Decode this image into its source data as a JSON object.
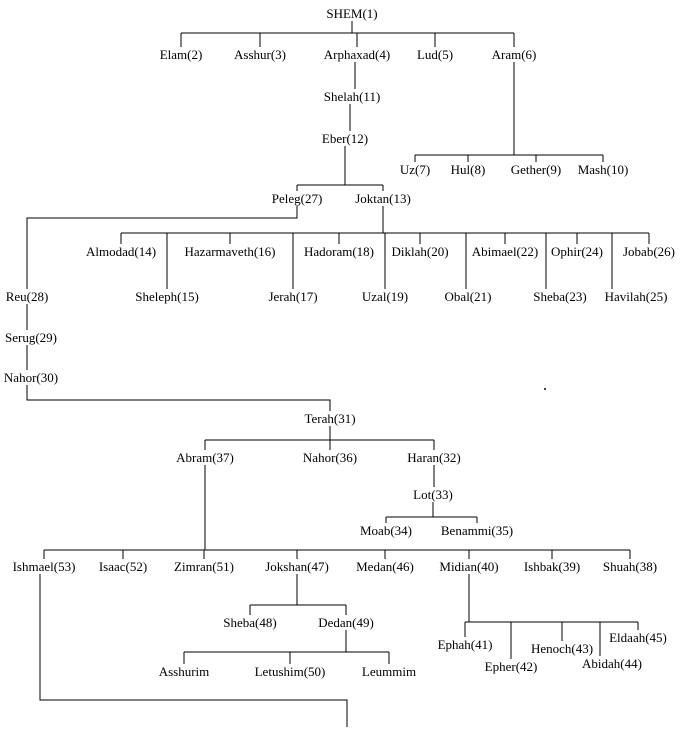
{
  "nodes": {
    "shem": "SHEM(1)",
    "elam": "Elam(2)",
    "asshur": "Asshur(3)",
    "arphaxad": "Arphaxad(4)",
    "lud": "Lud(5)",
    "aram": "Aram(6)",
    "uz": "Uz(7)",
    "hul": "Hul(8)",
    "gether": "Gether(9)",
    "mash": "Mash(10)",
    "shelah": "Shelah(11)",
    "eber": "Eber(12)",
    "joktan": "Joktan(13)",
    "almodad": "Almodad(14)",
    "sheleph": "Sheleph(15)",
    "hazarmaveth": "Hazarmaveth(16)",
    "jerah": "Jerah(17)",
    "hadoram": "Hadoram(18)",
    "uzal": "Uzal(19)",
    "diklah": "Diklah(20)",
    "obal": "Obal(21)",
    "abimael": "Abimael(22)",
    "sheba23": "Sheba(23)",
    "ophir": "Ophir(24)",
    "havilah": "Havilah(25)",
    "jobab": "Jobab(26)",
    "peleg": "Peleg(27)",
    "reu": "Reu(28)",
    "serug": "Serug(29)",
    "nahor30": "Nahor(30)",
    "terah": "Terah(31)",
    "haran": "Haran(32)",
    "lot": "Lot(33)",
    "moab": "Moab(34)",
    "benammi": "Benammi(35)",
    "nahor36": "Nahor(36)",
    "abram": "Abram(37)",
    "shuah": "Shuah(38)",
    "ishbak": "Ishbak(39)",
    "midian": "Midian(40)",
    "ephah": "Ephah(41)",
    "epher": "Epher(42)",
    "henoch": "Henoch(43)",
    "abidah": "Abidah(44)",
    "eldaah": "Eldaah(45)",
    "medan": "Medan(46)",
    "jokshan": "Jokshan(47)",
    "sheba48": "Sheba(48)",
    "dedan": "Dedan(49)",
    "letushim": "Letushim(50)",
    "zimran": "Zimran(51)",
    "isaac": "Isaac(52)",
    "ishmael": "Ishmael(53)",
    "asshurim": "Asshurim",
    "leummim": "Leummim"
  },
  "relations": {
    "shem": [
      "elam",
      "asshur",
      "arphaxad",
      "lud",
      "aram"
    ],
    "aram": [
      "uz",
      "hul",
      "gether",
      "mash"
    ],
    "arphaxad": [
      "shelah"
    ],
    "shelah": [
      "eber"
    ],
    "eber": [
      "peleg",
      "joktan"
    ],
    "joktan": [
      "almodad",
      "sheleph",
      "hazarmaveth",
      "jerah",
      "hadoram",
      "uzal",
      "diklah",
      "obal",
      "abimael",
      "sheba23",
      "ophir",
      "havilah",
      "jobab"
    ],
    "peleg": [
      "reu"
    ],
    "reu": [
      "serug"
    ],
    "serug": [
      "nahor30"
    ],
    "nahor30": [
      "terah"
    ],
    "terah": [
      "abram",
      "nahor36",
      "haran"
    ],
    "haran": [
      "lot"
    ],
    "lot": [
      "moab",
      "benammi"
    ],
    "abram": [
      "ishmael",
      "isaac",
      "zimran",
      "jokshan",
      "medan",
      "midian",
      "ishbak",
      "shuah"
    ],
    "jokshan": [
      "sheba48",
      "dedan"
    ],
    "dedan": [
      "asshurim",
      "letushim",
      "leummim"
    ],
    "midian": [
      "ephah",
      "epher",
      "henoch",
      "abidah",
      "eldaah"
    ]
  }
}
